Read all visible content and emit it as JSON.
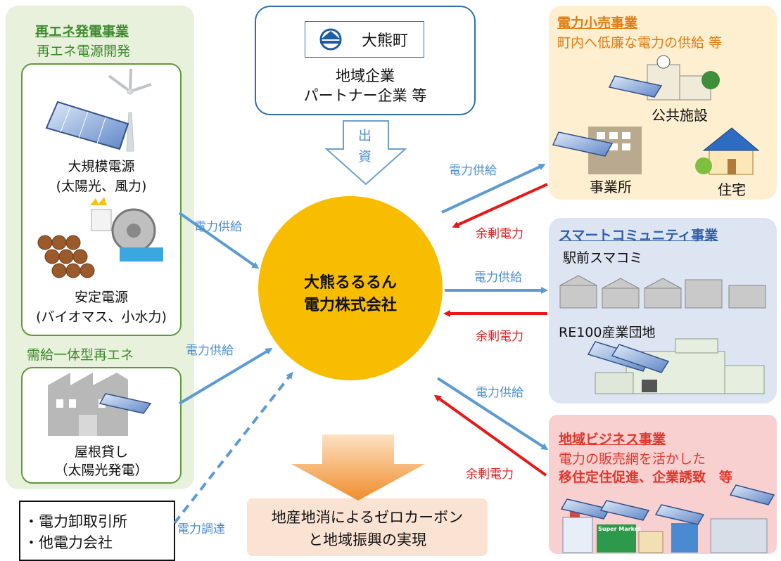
{
  "left_panel": {
    "title": "再エネ発電事業",
    "subtitle": "再エネ電源開発",
    "large_source": {
      "line1": "大規模電源",
      "line2": "(太陽光、風力)"
    },
    "stable_source": {
      "line1": "安定電源",
      "line2": "(バイオマス、小水力)"
    },
    "section2_title": "需給一体型再エネ",
    "roof": {
      "line1": "屋根貸し",
      "line2": "（太陽光発電）"
    }
  },
  "top_box": {
    "logo_text": "大熊町",
    "line1": "地域企業",
    "line2": "パートナー企業 等"
  },
  "investment_arrow": {
    "char1": "出",
    "char2": "資"
  },
  "center": {
    "line1": "大熊るるるん",
    "line2": "電力株式会社"
  },
  "bottom_left_box": {
    "line1": "・電力卸取引所",
    "line2": "・他電力会社"
  },
  "outcome": {
    "line1": "地産地消によるゼロカーボン",
    "line2": "と地域振興の実現"
  },
  "retail": {
    "title": "電力小売事業",
    "subtitle": "町内へ低廉な電力の供給 等",
    "public": "公共施設",
    "office": "事業所",
    "house": "住宅"
  },
  "smart": {
    "title": "スマートコミュニティ事業",
    "station": "駅前スマコミ",
    "industrial": "RE100産業団地"
  },
  "business": {
    "title": "地域ビジネス事業",
    "line1": "電力の販売網を活かした",
    "line2": "移住定住促進、企業誘致　等",
    "supermarket": "Super Market"
  },
  "flows": {
    "supply_left_top": "電力供給",
    "supply_left_bottom": "電力供給",
    "procure": "電力調達",
    "supply_retail": "電力供給",
    "surplus_retail": "余剰電力",
    "supply_smart": "電力供給",
    "surplus_smart": "余剰電力",
    "supply_business": "電力供給",
    "surplus_business": "余剰電力"
  },
  "colors": {
    "green_panel": "#e8f1dc",
    "orange_panel": "#fdefcf",
    "blue_panel": "#dde5f3",
    "red_panel": "#f8d0d0",
    "center_circle": "#f9bd00",
    "blue_arrow": "#5b9bd5",
    "red_arrow": "#e81818"
  }
}
